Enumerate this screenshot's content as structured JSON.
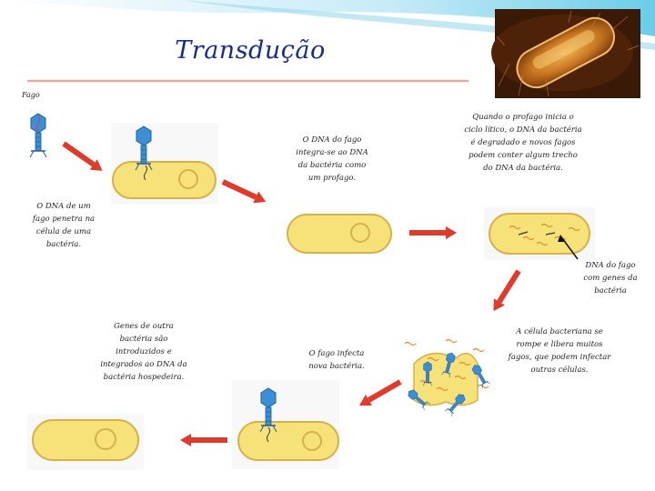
{
  "title": "Transdução",
  "phage_label": "Fago",
  "captions": {
    "step1": "O DNA de um fago penetra na célula de uma bactéria.",
    "step2": "O DNA do fago integra-se ao DNA da bactéria como um profago.",
    "step3": "Quando o profago inicia o ciclo lítico, o DNA da bactéria é degradado e novos fagos podem conter algum trecho do DNA da bactéria.",
    "step4": "DNA do fago com genes da bactéria",
    "step5": "A célula bacteriana se rompe e libera muitos fagos, que podem infectar outras células.",
    "step6": "O fago infecta nova bactéria.",
    "step7": "Genes de outra bactéria são introduzidos e integrados ao DNA da bactéria hospedeira."
  },
  "colors": {
    "title": "#1a2c8a",
    "cell_fill": "#f7e27a",
    "cell_stroke": "#d8b04a",
    "phage": "#3a8fd6",
    "arrow": "#e03a2a",
    "banner": "#5bc7e6"
  },
  "icons": [
    "phage-icon",
    "bacterium-icon",
    "arrow-icon",
    "photo-bacterium-icon"
  ]
}
